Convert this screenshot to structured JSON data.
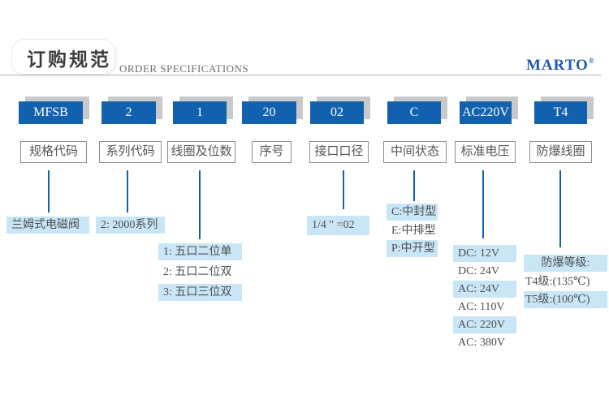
{
  "header": {
    "title_cn": "订购规范",
    "title_en": "ORDER SPECIFICATIONS",
    "brand": "MARTO",
    "brand_mark": "®"
  },
  "colors": {
    "chip_blue": "#1161ae",
    "highlight_blue": "#c9e6f7",
    "shadow_gray": "#c9c9c9",
    "brand_blue": "#1c5cac"
  },
  "columns": [
    {
      "code": "MFSB",
      "label": "规格代码",
      "notes": [
        {
          "text": "兰姆式电磁阀",
          "highlight": true
        }
      ]
    },
    {
      "code": "2",
      "label": "系列代码",
      "notes": [
        {
          "text": "2: 2000系列",
          "highlight": true
        }
      ]
    },
    {
      "code": "1",
      "label": "线圈及位数",
      "notes": [
        {
          "text": "1: 五口二位单",
          "highlight": true
        },
        {
          "text": "2: 五口二位双",
          "highlight": false
        },
        {
          "text": "3: 五口三位双",
          "highlight": true
        }
      ]
    },
    {
      "code": "20",
      "label": "序号",
      "notes": []
    },
    {
      "code": "02",
      "label": "接口口径",
      "notes": [
        {
          "text": "1/4 ″ =02",
          "highlight": true
        }
      ]
    },
    {
      "code": "C",
      "label": "中间状态",
      "notes": [
        {
          "text": "C:中封型",
          "highlight": true
        },
        {
          "text": "E:中排型",
          "highlight": false
        },
        {
          "text": "P:中开型",
          "highlight": true
        }
      ]
    },
    {
      "code": "AC220V",
      "label": "标准电压",
      "notes": [
        {
          "text": "DC: 12V",
          "highlight": true
        },
        {
          "text": "DC: 24V",
          "highlight": false
        },
        {
          "text": "AC: 24V",
          "highlight": true
        },
        {
          "text": "AC: 110V",
          "highlight": false
        },
        {
          "text": "AC: 220V",
          "highlight": true
        },
        {
          "text": "AC: 380V",
          "highlight": false
        }
      ]
    },
    {
      "code": "T4",
      "label": "防爆线圈",
      "notes": [
        {
          "text": "防爆等级:",
          "highlight": true
        },
        {
          "text": "T4级:(135℃)",
          "highlight": false
        },
        {
          "text": "T5级:(100℃)",
          "highlight": true
        }
      ]
    }
  ]
}
